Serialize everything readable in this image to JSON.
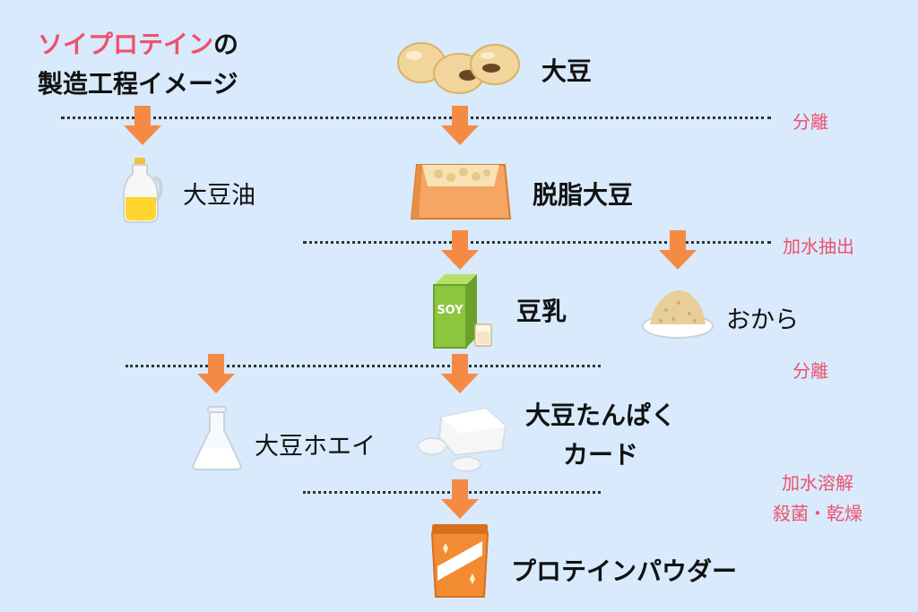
{
  "title": {
    "line1_accent": "ソイプロテイン",
    "line1_rest": "の",
    "line2": "製造工程イメージ"
  },
  "items": {
    "soybean": "大豆",
    "oil": "大豆油",
    "defatted": "脱脂大豆",
    "soymilk": "豆乳",
    "okara": "おから",
    "whey": "大豆ホエイ",
    "curd_line1": "大豆たんぱく",
    "curd_line2": "カード",
    "powder": "プロテインパウダー"
  },
  "steps": {
    "separate1": "分離",
    "water_extract": "加水抽出",
    "separate2": "分離",
    "process_line1": "加水溶解",
    "process_line2": "殺菌・乾燥"
  },
  "icons": {
    "soymilk_pack_text": "SOY"
  },
  "colors": {
    "background": "#d8eafb",
    "accent": "#f0506e",
    "arrow": "#f58a45"
  }
}
